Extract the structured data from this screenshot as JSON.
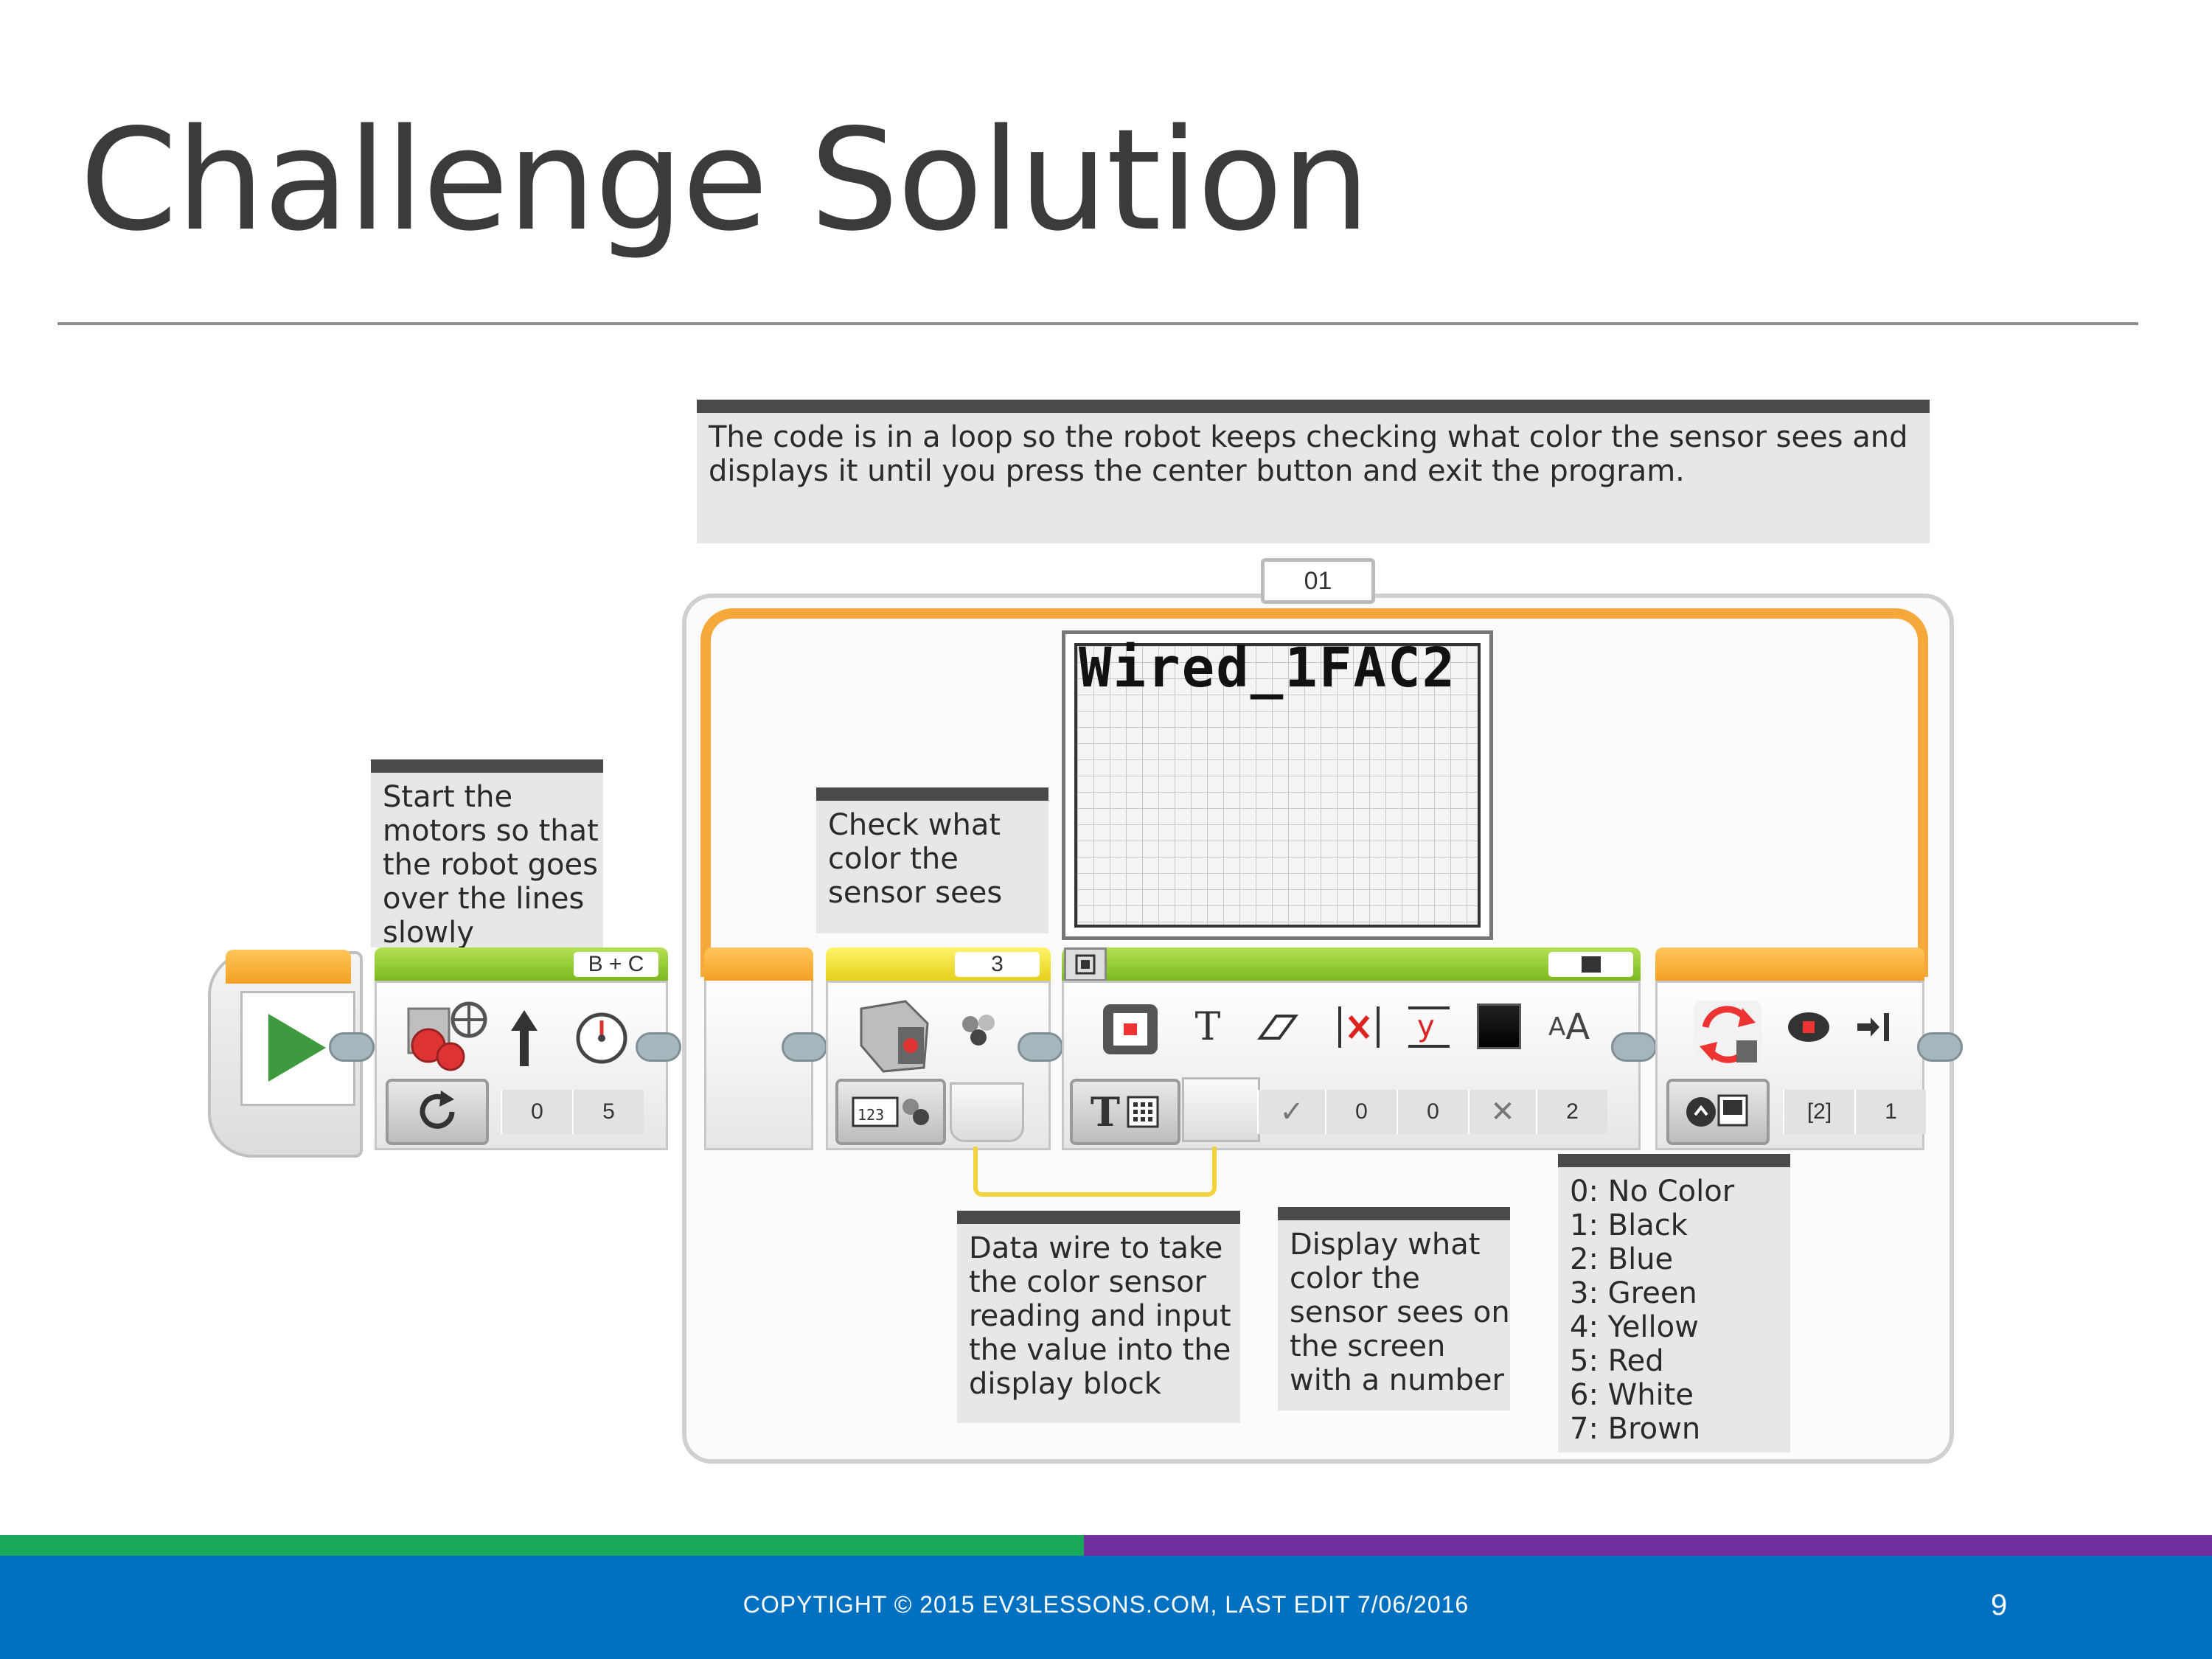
{
  "slide": {
    "title": "Challenge Solution",
    "page_number": "9"
  },
  "footer": {
    "copyright": "COPYTIGHT © 2015 EV3LESSONS.COM, LAST EDIT 7/06/2016"
  },
  "notes": {
    "loop_note": [
      "The code is in a loop so the robot keeps checking what color the sensor sees and",
      "displays it until you press the center button and exit the program."
    ],
    "motor_note": [
      "Start the",
      "motors so that",
      "the robot goes",
      "over the lines",
      "slowly"
    ],
    "sensor_note": [
      "Check what",
      "color the",
      "sensor sees"
    ],
    "wire_note": [
      "Data wire to take",
      "the color sensor",
      "reading and input",
      "the value into the",
      "display block"
    ],
    "display_note": [
      "Display what",
      "color the",
      "sensor sees on",
      "the screen",
      "with a number"
    ],
    "color_list": [
      "0: No Color",
      "1: Black",
      "2: Blue",
      "3: Green",
      "4: Yellow",
      "5: Red",
      "6: White",
      "7: Brown"
    ]
  },
  "program": {
    "loop_count": "01",
    "move_steering": {
      "ports": "B + C",
      "steering": "0",
      "power": "5"
    },
    "color_sensor": {
      "port": "3"
    },
    "display": {
      "preview_text": "Wired_1FAC2",
      "x": "0",
      "y": "0",
      "font": "2"
    },
    "loop_exit": {
      "buttons": "[2]",
      "state": "1"
    }
  },
  "colors": {
    "footer_blue": "#0070c0",
    "footer_green": "#1aa85b",
    "footer_purple": "#7030a0",
    "loop_orange": "#f6a83a",
    "data_wire": "#f3d33b"
  }
}
